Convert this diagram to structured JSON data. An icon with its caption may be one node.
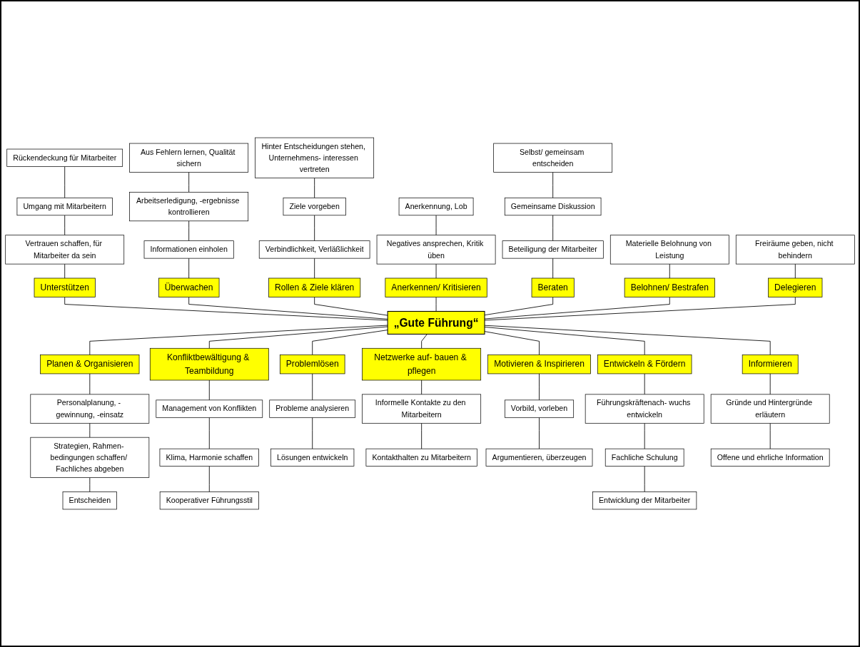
{
  "diagram": {
    "nodes": [
      {
        "text": [
          "„Gute Führung“"
        ]
      },
      {
        "text": [
          "Überwachen"
        ]
      },
      {
        "text": [
          "Anerkennen/ Kritisieren"
        ]
      },
      {
        "text": [
          "Beraten"
        ]
      },
      {
        "text": [
          "Unterstützen"
        ]
      },
      {
        "text": [
          "Belohnen/ Bestrafen"
        ]
      },
      {
        "text": [
          "Rollen & Ziele klären"
        ]
      },
      {
        "text": [
          "Delegieren"
        ]
      },
      {
        "text": [
          "Planen & Organisieren"
        ]
      },
      {
        "text": [
          "Entwickeln & Fördern"
        ]
      },
      {
        "text": [
          "Problemlösen"
        ]
      },
      {
        "text": [
          "Informieren"
        ]
      },
      {
        "text": [
          "Netzwerke auf- bauen & pflegen"
        ]
      },
      {
        "text": [
          "Motivieren & Inspirieren"
        ]
      },
      {
        "text": [
          "Konfliktbewältigung & Teambildung"
        ]
      },
      {
        "text": [
          "Rückendeckung für Mitarbeiter"
        ]
      },
      {
        "text": [
          "Umgang mit Mitarbeitern"
        ]
      },
      {
        "text": [
          "Vertrauen schaffen, für Mitarbeiter da sein"
        ]
      },
      {
        "text": [
          "Aus Fehlern lernen, Qualität sichern"
        ]
      },
      {
        "text": [
          "Arbeitserledigung, -ergebnisse kontrollieren"
        ]
      },
      {
        "text": [
          "Informationen einholen"
        ]
      },
      {
        "text": [
          "Anerkennung, Lob"
        ]
      },
      {
        "text": [
          "Negatives ansprechen, Kritik üben"
        ]
      },
      {
        "text": [
          "Selbst/ gemeinsam entscheiden"
        ]
      },
      {
        "text": [
          "Gemeinsame Diskussion"
        ]
      },
      {
        "text": [
          "Beteiligung der Mitarbeiter"
        ]
      },
      {
        "text": [
          "Materielle Belohnung von Leistung"
        ]
      },
      {
        "text": [
          "Hinter Entscheidungen stehen, Unternehmens- interessen vertreten"
        ]
      },
      {
        "text": [
          "Ziele vorgeben"
        ]
      },
      {
        "text": [
          "Verbindlichkeit, Verläßlichkeit"
        ]
      },
      {
        "text": [
          "Freiräume geben, nicht behindern"
        ]
      },
      {
        "text": [
          "Personalplanung, - gewinnung, -einsatz"
        ]
      },
      {
        "text": [
          "Führungskräftenach- wuchs entwickeln"
        ]
      },
      {
        "text": [
          "Strategien, Rahmen- bedingungen schaffen/ Fachliches abgeben"
        ]
      },
      {
        "text": [
          "Fachliche Schulung"
        ]
      },
      {
        "text": [
          "Entscheiden"
        ]
      },
      {
        "text": [
          "Probleme analysieren"
        ]
      },
      {
        "text": [
          "Informelle Kontakte zu den Mitarbeitern"
        ]
      },
      {
        "text": [
          "Vorbild, vorleben"
        ]
      },
      {
        "text": [
          "Management von Konflikten"
        ]
      },
      {
        "text": [
          "Gründe und Hintergründe erläutern"
        ]
      },
      {
        "text": [
          "Entwicklung der Mitarbeiter"
        ]
      },
      {
        "text": [
          "Lösungen entwickeln"
        ]
      },
      {
        "text": [
          "Kontakthalten zu Mitarbeitern"
        ]
      },
      {
        "text": [
          "Argumentieren, überzeugen"
        ]
      },
      {
        "text": [
          "Klima, Harmonie schaffen"
        ]
      },
      {
        "text": [
          "Offene und ehrliche Information"
        ]
      },
      {
        "text": [
          "Kooperativer Führungsstil"
        ]
      }
    ],
    "edges": [
      {
        "from": 15,
        "to": 16,
        "arrow": "none"
      },
      {
        "from": 16,
        "to": 17,
        "arrow": "none"
      },
      {
        "from": 17,
        "to": 4,
        "arrow": "none"
      },
      {
        "from": 4,
        "to": 0,
        "arrow": "none"
      },
      {
        "from": 18,
        "to": 19,
        "arrow": "none"
      },
      {
        "from": 19,
        "to": 20,
        "arrow": "none"
      },
      {
        "from": 20,
        "to": 1,
        "arrow": "none"
      },
      {
        "from": 1,
        "to": 0,
        "arrow": "none"
      },
      {
        "from": 27,
        "to": 28,
        "arrow": "none"
      },
      {
        "from": 28,
        "to": 29,
        "arrow": "none"
      },
      {
        "from": 29,
        "to": 6,
        "arrow": "none"
      },
      {
        "from": 6,
        "to": 0,
        "arrow": "none"
      },
      {
        "from": 21,
        "to": 22,
        "arrow": "none"
      },
      {
        "from": 22,
        "to": 2,
        "arrow": "none"
      },
      {
        "from": 2,
        "to": 0,
        "arrow": "none"
      },
      {
        "from": 23,
        "to": 24,
        "arrow": "none"
      },
      {
        "from": 24,
        "to": 25,
        "arrow": "none"
      },
      {
        "from": 25,
        "to": 3,
        "arrow": "none"
      },
      {
        "from": 3,
        "to": 0,
        "arrow": "none"
      },
      {
        "from": 26,
        "to": 5,
        "arrow": "none"
      },
      {
        "from": 5,
        "to": 0,
        "arrow": "none"
      },
      {
        "from": 30,
        "to": 7,
        "arrow": "none"
      },
      {
        "from": 7,
        "to": 0,
        "arrow": "none"
      },
      {
        "from": 0,
        "to": 8,
        "arrow": "none"
      },
      {
        "from": 8,
        "to": 31,
        "arrow": "none"
      },
      {
        "from": 31,
        "to": 33,
        "arrow": "none"
      },
      {
        "from": 33,
        "to": 35,
        "arrow": "none"
      },
      {
        "from": 0,
        "to": 10,
        "arrow": "none"
      },
      {
        "from": 10,
        "to": 36,
        "arrow": "none"
      },
      {
        "from": 36,
        "to": 42,
        "arrow": "none"
      },
      {
        "from": 0,
        "to": 12,
        "arrow": "none"
      },
      {
        "from": 12,
        "to": 37,
        "arrow": "none"
      },
      {
        "from": 37,
        "to": 43,
        "arrow": "none"
      },
      {
        "from": 0,
        "to": 13,
        "arrow": "none"
      },
      {
        "from": 13,
        "to": 38,
        "arrow": "none"
      },
      {
        "from": 38,
        "to": 44,
        "arrow": "none"
      },
      {
        "from": 0,
        "to": 14,
        "arrow": "none"
      },
      {
        "from": 14,
        "to": 39,
        "arrow": "none"
      },
      {
        "from": 39,
        "to": 45,
        "arrow": "none"
      },
      {
        "from": 45,
        "to": 47,
        "arrow": "none"
      },
      {
        "from": 0,
        "to": 11,
        "arrow": "none"
      },
      {
        "from": 11,
        "to": 40,
        "arrow": "none"
      },
      {
        "from": 40,
        "to": 46,
        "arrow": "none"
      },
      {
        "from": 0,
        "to": 9,
        "arrow": "none"
      },
      {
        "from": 9,
        "to": 32,
        "arrow": "none"
      },
      {
        "from": 32,
        "to": 34,
        "arrow": "none"
      },
      {
        "from": 34,
        "to": 41,
        "arrow": "none"
      }
    ]
  }
}
